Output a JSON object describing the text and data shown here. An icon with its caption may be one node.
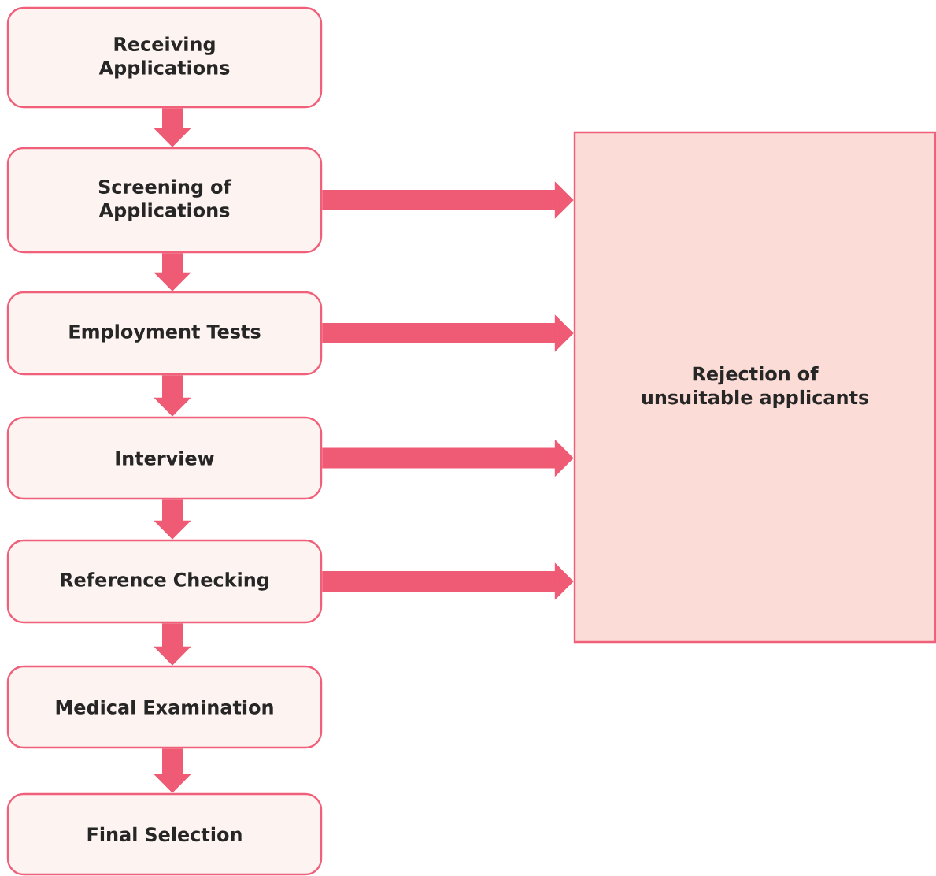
{
  "diagram": {
    "nodes": [
      {
        "text": [
          "Receiving Applications"
        ]
      },
      {
        "text": [
          "Screening of Applications"
        ]
      },
      {
        "text": [
          "Employment Tests"
        ]
      },
      {
        "text": [
          "Interview"
        ]
      },
      {
        "text": [
          "Reference Checking"
        ]
      },
      {
        "text": [
          "Medical Examination"
        ]
      },
      {
        "text": [
          "Final Selection"
        ]
      },
      {
        "text": [
          "Rejection of unsuitable applicants"
        ]
      }
    ],
    "edges": [
      {
        "from": 0,
        "to": 1,
        "arrow": "to"
      },
      {
        "from": 1,
        "to": 2,
        "arrow": "to"
      },
      {
        "from": 2,
        "to": 3,
        "arrow": "to"
      },
      {
        "from": 3,
        "to": 4,
        "arrow": "to"
      },
      {
        "from": 4,
        "to": 5,
        "arrow": "to"
      },
      {
        "from": 5,
        "to": 6,
        "arrow": "to"
      },
      {
        "from": 1,
        "to": 7,
        "arrow": "to"
      },
      {
        "from": 2,
        "to": 7,
        "arrow": "to"
      },
      {
        "from": 3,
        "to": 7,
        "arrow": "to"
      },
      {
        "from": 4,
        "to": 7,
        "arrow": "to"
      }
    ]
  }
}
